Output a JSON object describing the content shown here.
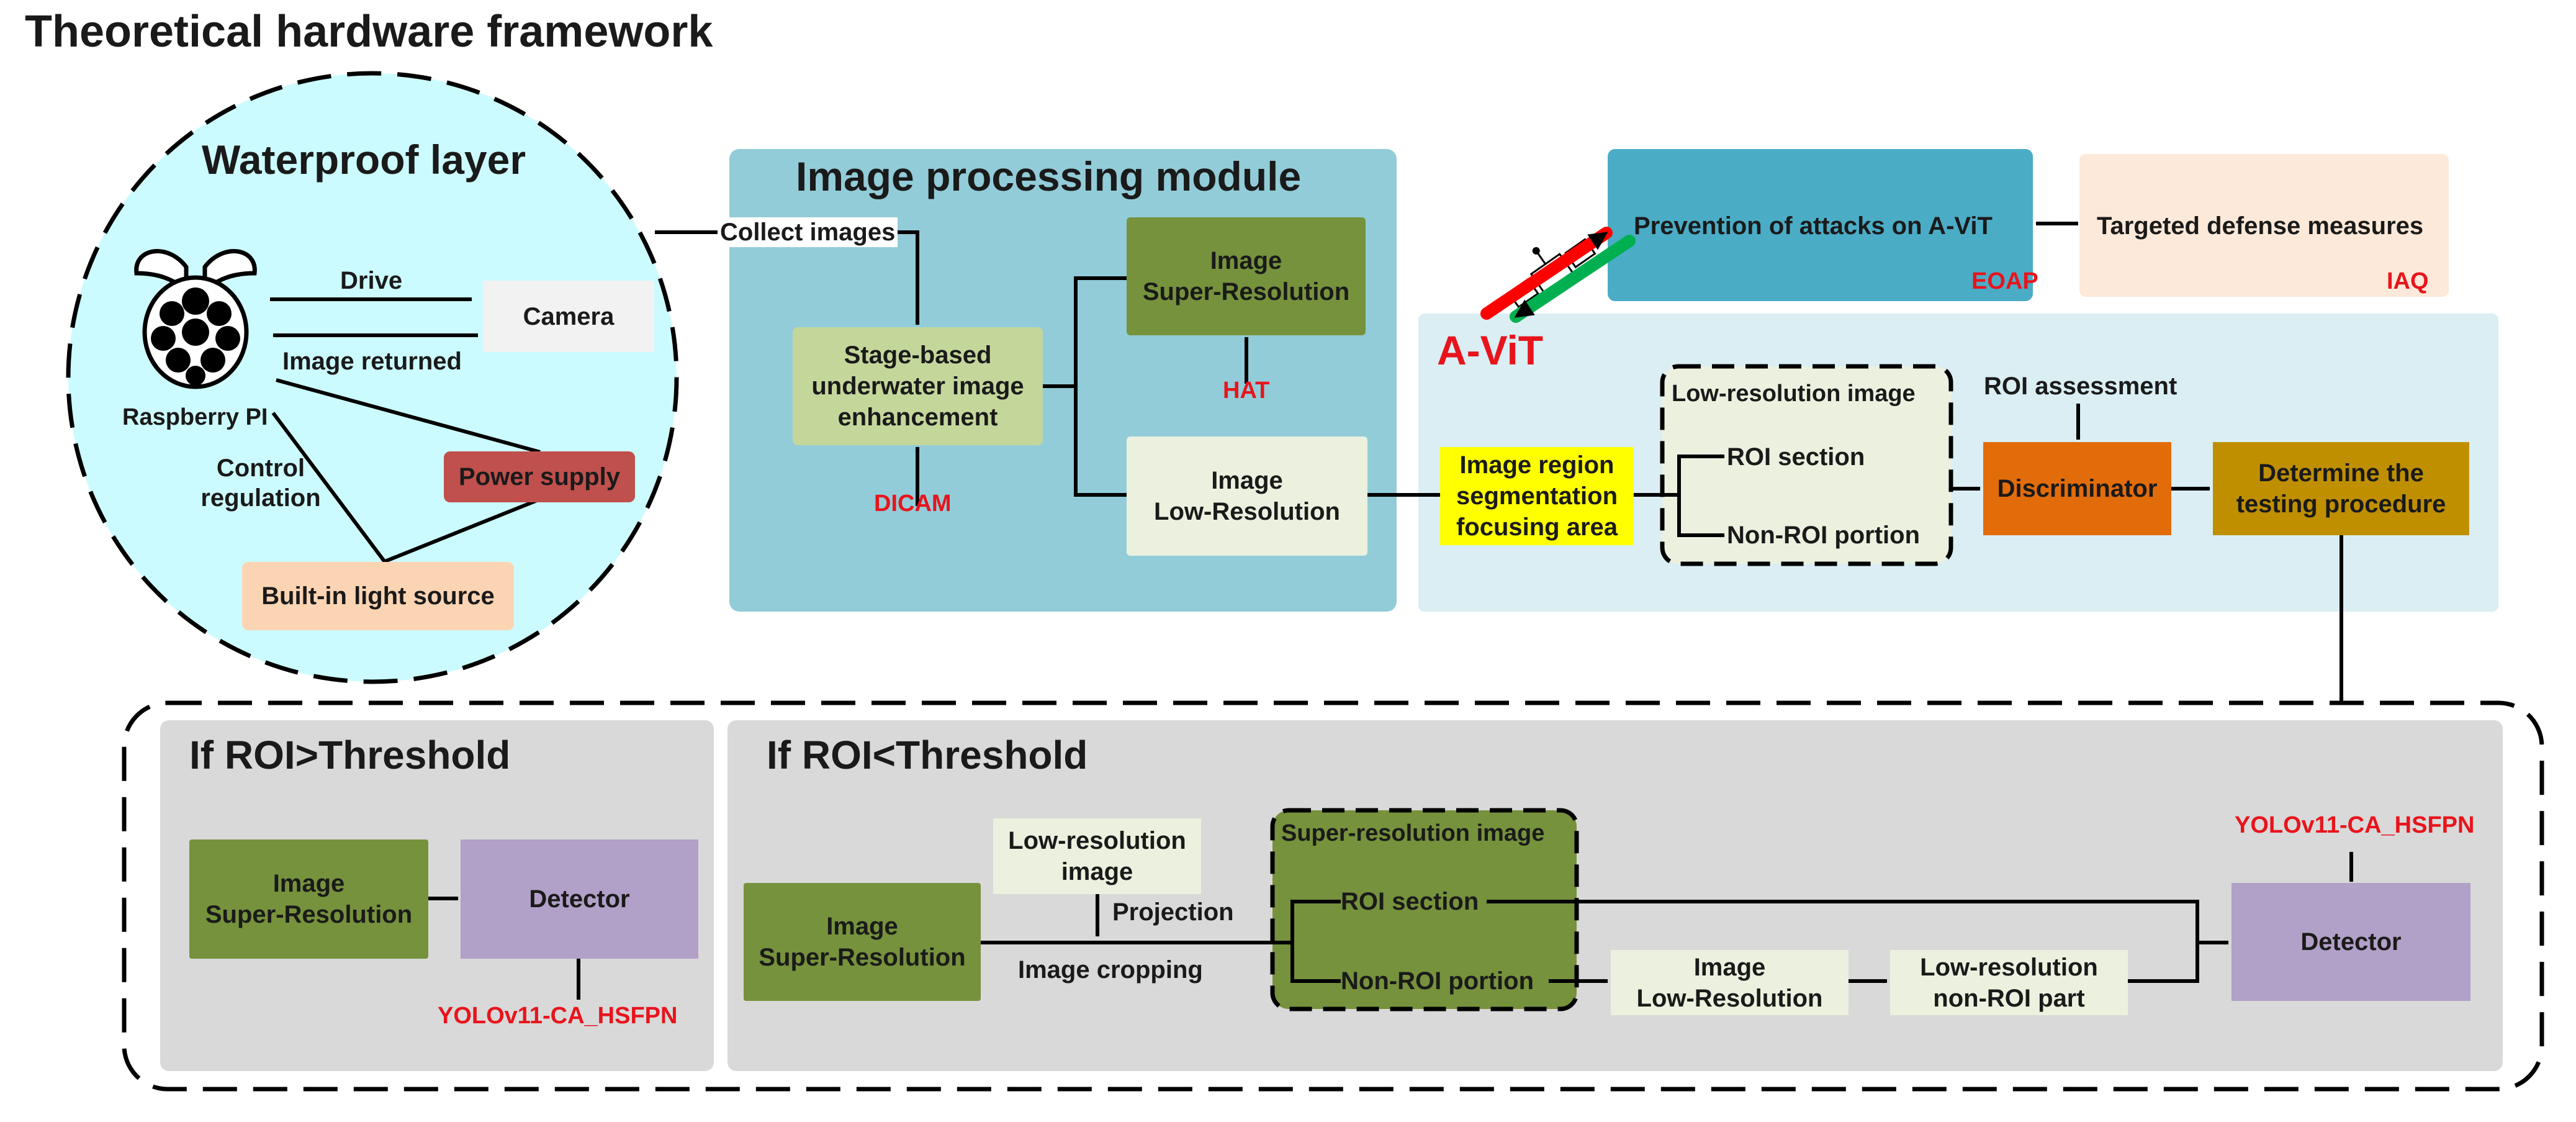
{
  "page_title": "Theoretical hardware framework",
  "waterproof": {
    "title": "Waterproof layer",
    "raspberry_label": "Raspberry PI",
    "camera": "Camera",
    "drive": "Drive",
    "image_returned": "Image returned",
    "control_line1": "Control",
    "control_line2": "regulation",
    "power_supply": "Power supply",
    "light_source": "Built-in light source",
    "collect_images": "Collect images"
  },
  "image_processing": {
    "title": "Image processing module",
    "enhance_line1": "Stage-based",
    "enhance_line2": "underwater image",
    "enhance_line3": "enhancement",
    "dicam": "DICAM",
    "sr_line1": "Image",
    "sr_line2": "Super-Resolution",
    "hat": "HAT",
    "lr_line1": "Image",
    "lr_line2": "Low-Resolution"
  },
  "attack": {
    "prevention": "Prevention of attacks on A-ViT",
    "eoap": "EOAP",
    "defense": "Targeted defense measures",
    "iaq": "IAQ"
  },
  "avit": {
    "title": "A-ViT",
    "seg_line1": "Image region",
    "seg_line2": "segmentation",
    "seg_line3": "focusing area",
    "lr_image": "Low-resolution image",
    "roi_section": "ROI section",
    "non_roi": "Non-ROI portion",
    "roi_assessment": "ROI assessment",
    "discriminator": "Discriminator",
    "determine_line1": "Determine the",
    "determine_line2": "testing procedure"
  },
  "branch_high": {
    "title": "If ROI>Threshold",
    "sr_line1": "Image",
    "sr_line2": "Super-Resolution",
    "detector": "Detector",
    "yolo": "YOLOv11-CA_HSFPN"
  },
  "branch_low": {
    "title": "If ROI<Threshold",
    "sr_line1": "Image",
    "sr_line2": "Super-Resolution",
    "lr_image_line1": "Low-resolution",
    "lr_image_line2": "image",
    "projection": "Projection",
    "cropping": "Image cropping",
    "sr_image": "Super-resolution image",
    "roi_section": "ROI section",
    "non_roi": "Non-ROI portion",
    "lr_line1": "Image",
    "lr_line2": "Low-Resolution",
    "lr_part_line1": "Low-resolution",
    "lr_part_line2": "non-ROI part",
    "yolo": "YOLOv11-CA_HSFPN",
    "detector": "Detector"
  },
  "colors": {
    "waterproof_fill": "#ccfbff",
    "module_fill": "#92ccd8",
    "green_dark": "#76923c",
    "green_light": "#c4d79b",
    "cream": "#ebf1de",
    "avit_fill": "#daeef3",
    "attack_fill": "#4bacc6",
    "defense_fill": "#fde9d9",
    "power_fill": "#c0504d",
    "light_fill": "#fbd4b4",
    "yellow": "#ffff00",
    "orange": "#e36c0a",
    "gold": "#bf8f00",
    "detector_fill": "#b1a0c7",
    "gray_panel": "#d9d9d9",
    "accent_red": "#e8141c"
  },
  "icons": [
    "raspberry-pi-logo-icon",
    "satellite-icon"
  ]
}
